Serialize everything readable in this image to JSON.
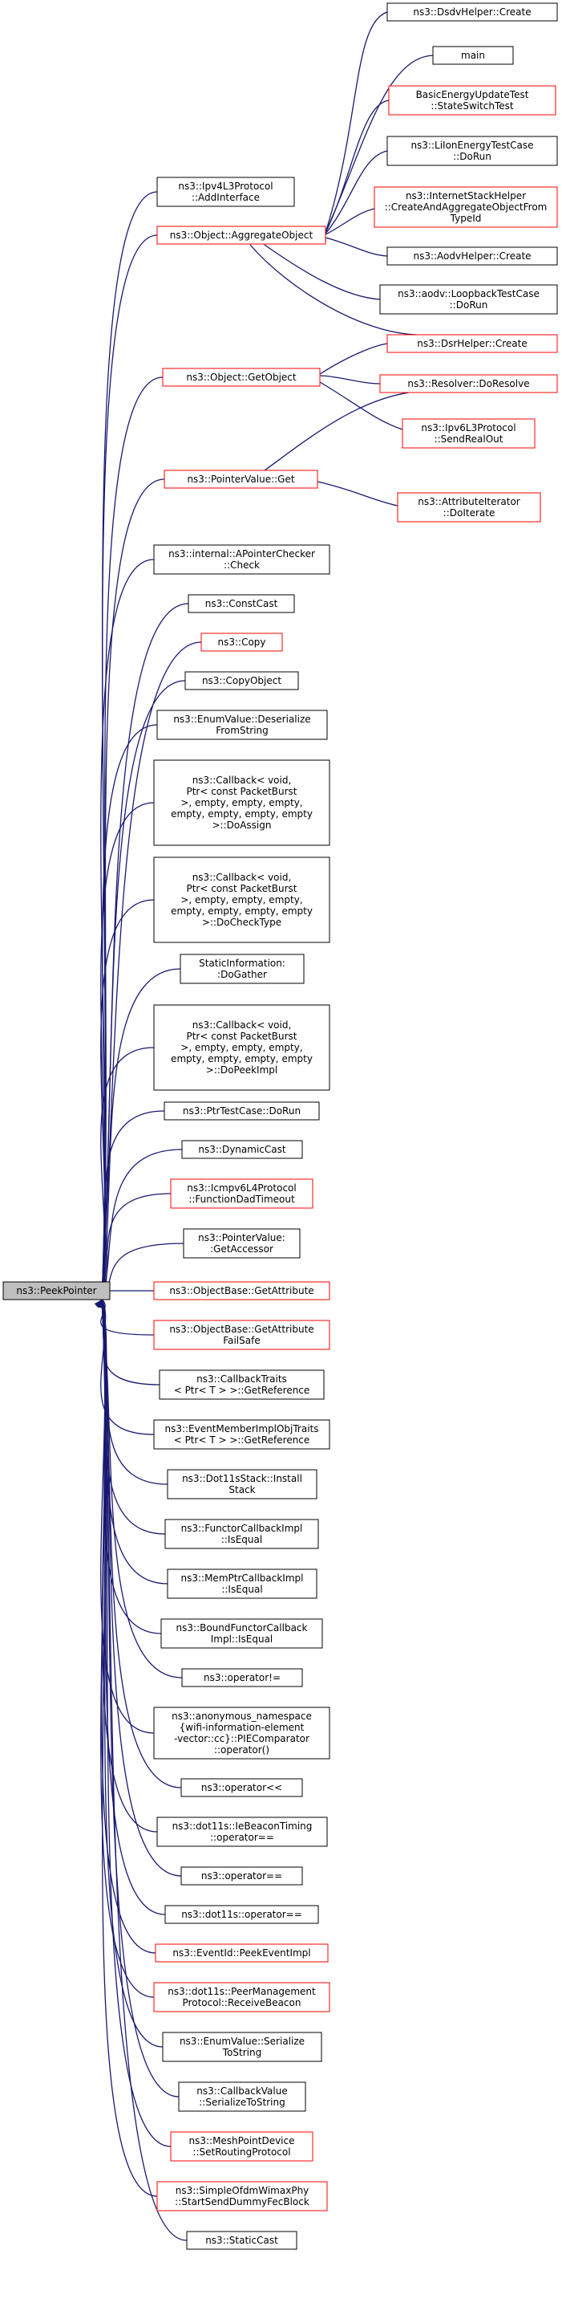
{
  "colors": {
    "edge": "#191970",
    "normal_border": "#000000",
    "link_border": "#ff0000",
    "focus_fill": "#bfbfbf",
    "fill": "#ffffff"
  },
  "nodes": [
    {
      "id": "peek",
      "lines": [
        "ns3::PeekPointer"
      ],
      "style": "focus"
    },
    {
      "id": "addInterface",
      "lines": [
        "ns3::Ipv4L3Protocol",
        "::AddInterface"
      ],
      "style": "normal"
    },
    {
      "id": "aggregate",
      "lines": [
        "ns3::Object::AggregateObject"
      ],
      "style": "link"
    },
    {
      "id": "dsdv",
      "lines": [
        "ns3::DsdvHelper::Create"
      ],
      "style": "normal"
    },
    {
      "id": "main",
      "lines": [
        "main"
      ],
      "style": "normal"
    },
    {
      "id": "basicEnergy",
      "lines": [
        "BasicEnergyUpdateTest",
        "::StateSwitchTest"
      ],
      "style": "link"
    },
    {
      "id": "liion",
      "lines": [
        "ns3::LiIonEnergyTestCase",
        "::DoRun"
      ],
      "style": "normal"
    },
    {
      "id": "internetStack",
      "lines": [
        "ns3::InternetStackHelper",
        "::CreateAndAggregateObjectFrom",
        "TypeId"
      ],
      "style": "link"
    },
    {
      "id": "aodvCreate",
      "lines": [
        "ns3::AodvHelper::Create"
      ],
      "style": "normal"
    },
    {
      "id": "aodvLoop",
      "lines": [
        "ns3::aodv::LoopbackTestCase",
        "::DoRun"
      ],
      "style": "normal"
    },
    {
      "id": "getObject",
      "lines": [
        "ns3::Object::GetObject"
      ],
      "style": "link"
    },
    {
      "id": "dsrCreate",
      "lines": [
        "ns3::DsrHelper::Create"
      ],
      "style": "link"
    },
    {
      "id": "resolver",
      "lines": [
        "ns3::Resolver::DoResolve"
      ],
      "style": "link"
    },
    {
      "id": "ipv6Send",
      "lines": [
        "ns3::Ipv6L3Protocol",
        "::SendRealOut"
      ],
      "style": "link"
    },
    {
      "id": "pointerGet",
      "lines": [
        "ns3::PointerValue::Get"
      ],
      "style": "link"
    },
    {
      "id": "attrIter",
      "lines": [
        "ns3::AttributeIterator",
        "::DoIterate"
      ],
      "style": "link"
    },
    {
      "id": "apointer",
      "lines": [
        "ns3::internal::APointerChecker",
        "::Check"
      ],
      "style": "normal"
    },
    {
      "id": "constCast",
      "lines": [
        "ns3::ConstCast"
      ],
      "style": "normal"
    },
    {
      "id": "copy",
      "lines": [
        "ns3::Copy"
      ],
      "style": "link"
    },
    {
      "id": "copyObject",
      "lines": [
        "ns3::CopyObject"
      ],
      "style": "normal"
    },
    {
      "id": "enumDeser",
      "lines": [
        "ns3::EnumValue::Deserialize",
        "FromString"
      ],
      "style": "normal"
    },
    {
      "id": "cbAssign",
      "lines": [
        "ns3::Callback< void,",
        "Ptr< const PacketBurst",
        ">, empty, empty, empty,",
        "empty, empty, empty, empty",
        ">::DoAssign"
      ],
      "style": "normal"
    },
    {
      "id": "cbCheck",
      "lines": [
        "ns3::Callback< void,",
        "Ptr< const PacketBurst",
        ">, empty, empty, empty,",
        "empty, empty, empty, empty",
        ">::DoCheckType"
      ],
      "style": "normal"
    },
    {
      "id": "staticInfo",
      "lines": [
        "StaticInformation:",
        ":DoGather"
      ],
      "style": "normal"
    },
    {
      "id": "cbPeek",
      "lines": [
        "ns3::Callback< void,",
        "Ptr< const PacketBurst",
        ">, empty, empty, empty,",
        "empty, empty, empty, empty",
        ">::DoPeekImpl"
      ],
      "style": "normal"
    },
    {
      "id": "ptrTest",
      "lines": [
        "ns3::PtrTestCase::DoRun"
      ],
      "style": "normal"
    },
    {
      "id": "dynCast",
      "lines": [
        "ns3::DynamicCast"
      ],
      "style": "normal"
    },
    {
      "id": "icmpv6",
      "lines": [
        "ns3::Icmpv6L4Protocol",
        "::FunctionDadTimeout"
      ],
      "style": "link"
    },
    {
      "id": "ptrAccessor",
      "lines": [
        "ns3::PointerValue:",
        ":GetAccessor"
      ],
      "style": "normal"
    },
    {
      "id": "objGetAttr",
      "lines": [
        "ns3::ObjectBase::GetAttribute"
      ],
      "style": "link"
    },
    {
      "id": "objGetAttrFS",
      "lines": [
        "ns3::ObjectBase::GetAttribute",
        "FailSafe"
      ],
      "style": "link"
    },
    {
      "id": "cbTraits",
      "lines": [
        "ns3::CallbackTraits",
        "< Ptr< T > >::GetReference"
      ],
      "style": "normal"
    },
    {
      "id": "eventMember",
      "lines": [
        "ns3::EventMemberImplObjTraits",
        "< Ptr< T > >::GetReference"
      ],
      "style": "normal"
    },
    {
      "id": "dot11sInstall",
      "lines": [
        "ns3::Dot11sStack::Install",
        "Stack"
      ],
      "style": "normal"
    },
    {
      "id": "functorEq",
      "lines": [
        "ns3::FunctorCallbackImpl",
        "::IsEqual"
      ],
      "style": "normal"
    },
    {
      "id": "memPtrEq",
      "lines": [
        "ns3::MemPtrCallbackImpl",
        "::IsEqual"
      ],
      "style": "normal"
    },
    {
      "id": "boundFunctor",
      "lines": [
        "ns3::BoundFunctorCallback",
        "Impl::IsEqual"
      ],
      "style": "normal"
    },
    {
      "id": "opNe",
      "lines": [
        "ns3::operator!="
      ],
      "style": "normal"
    },
    {
      "id": "pieComp",
      "lines": [
        "ns3::anonymous_namespace",
        "{wifi-information-element",
        "-vector::cc}::PIEComparator",
        "::operator()"
      ],
      "style": "normal"
    },
    {
      "id": "opShift",
      "lines": [
        "ns3::operator<<"
      ],
      "style": "normal"
    },
    {
      "id": "beaconTiming",
      "lines": [
        "ns3::dot11s::IeBeaconTiming",
        "::operator=="
      ],
      "style": "normal"
    },
    {
      "id": "opEq",
      "lines": [
        "ns3::operator=="
      ],
      "style": "normal"
    },
    {
      "id": "dot11sOpEq",
      "lines": [
        "ns3::dot11s::operator=="
      ],
      "style": "normal"
    },
    {
      "id": "eventId",
      "lines": [
        "ns3::EventId::PeekEventImpl"
      ],
      "style": "link"
    },
    {
      "id": "peerMgmt",
      "lines": [
        "ns3::dot11s::PeerManagement",
        "Protocol::ReceiveBeacon"
      ],
      "style": "link"
    },
    {
      "id": "enumSer",
      "lines": [
        "ns3::EnumValue::Serialize",
        "ToString"
      ],
      "style": "normal"
    },
    {
      "id": "cbValueSer",
      "lines": [
        "ns3::CallbackValue",
        "::SerializeToString"
      ],
      "style": "normal"
    },
    {
      "id": "meshPoint",
      "lines": [
        "ns3::MeshPointDevice",
        "::SetRoutingProtocol"
      ],
      "style": "link"
    },
    {
      "id": "wimax",
      "lines": [
        "ns3::SimpleOfdmWimaxPhy",
        "::StartSendDummyFecBlock"
      ],
      "style": "link"
    },
    {
      "id": "staticCast",
      "lines": [
        "ns3::StaticCast"
      ],
      "style": "normal"
    }
  ],
  "edges": [
    [
      "aggregate",
      "dsdv"
    ],
    [
      "aggregate",
      "main"
    ],
    [
      "aggregate",
      "basicEnergy"
    ],
    [
      "aggregate",
      "liion"
    ],
    [
      "aggregate",
      "internetStack"
    ],
    [
      "aggregate",
      "aodvCreate"
    ],
    [
      "aggregate",
      "aodvLoop"
    ],
    [
      "aggregate",
      "dsrCreate"
    ],
    [
      "getObject",
      "resolver"
    ],
    [
      "getObject",
      "ipv6Send"
    ],
    [
      "getObject",
      "dsrCreate"
    ],
    [
      "pointerGet",
      "attrIter"
    ],
    [
      "pointerGet",
      "resolver"
    ],
    [
      "peek",
      "addInterface"
    ],
    [
      "peek",
      "aggregate"
    ],
    [
      "peek",
      "getObject"
    ],
    [
      "peek",
      "pointerGet"
    ],
    [
      "peek",
      "apointer"
    ],
    [
      "peek",
      "constCast"
    ],
    [
      "peek",
      "copy"
    ],
    [
      "peek",
      "copyObject"
    ],
    [
      "peek",
      "enumDeser"
    ],
    [
      "peek",
      "cbAssign"
    ],
    [
      "peek",
      "cbCheck"
    ],
    [
      "peek",
      "staticInfo"
    ],
    [
      "peek",
      "cbPeek"
    ],
    [
      "peek",
      "ptrTest"
    ],
    [
      "peek",
      "dynCast"
    ],
    [
      "peek",
      "icmpv6"
    ],
    [
      "peek",
      "ptrAccessor"
    ],
    [
      "peek",
      "objGetAttr"
    ],
    [
      "peek",
      "objGetAttrFS"
    ],
    [
      "peek",
      "cbTraits"
    ],
    [
      "peek",
      "eventMember"
    ],
    [
      "peek",
      "dot11sInstall"
    ],
    [
      "peek",
      "functorEq"
    ],
    [
      "peek",
      "memPtrEq"
    ],
    [
      "peek",
      "boundFunctor"
    ],
    [
      "peek",
      "opNe"
    ],
    [
      "peek",
      "pieComp"
    ],
    [
      "peek",
      "opShift"
    ],
    [
      "peek",
      "beaconTiming"
    ],
    [
      "peek",
      "opEq"
    ],
    [
      "peek",
      "dot11sOpEq"
    ],
    [
      "peek",
      "eventId"
    ],
    [
      "peek",
      "peerMgmt"
    ],
    [
      "peek",
      "enumSer"
    ],
    [
      "peek",
      "cbValueSer"
    ],
    [
      "peek",
      "meshPoint"
    ],
    [
      "peek",
      "wimax"
    ],
    [
      "peek",
      "staticCast"
    ]
  ]
}
